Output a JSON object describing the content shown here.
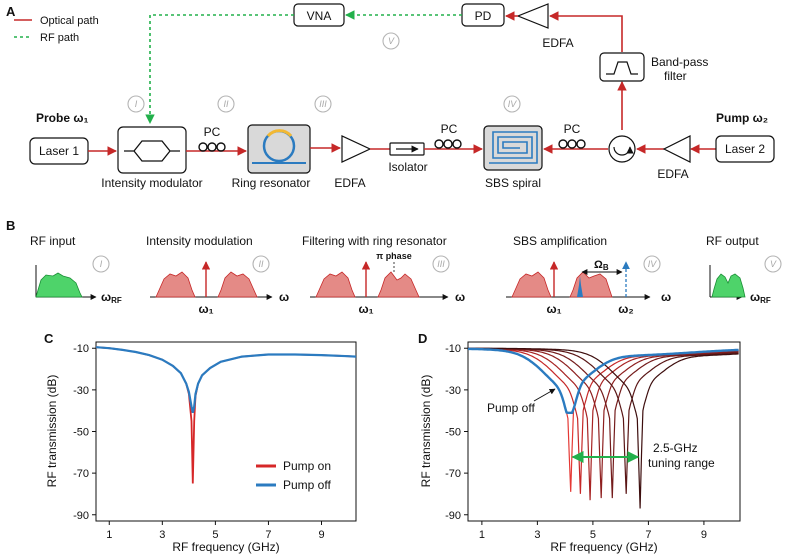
{
  "panel_a": {
    "panel_letter": "A",
    "legend": {
      "optical": "Optical path",
      "rf": "RF path"
    },
    "labels": {
      "vna": "VNA",
      "pd": "PD",
      "edfa_top": "EDFA",
      "bandpass": "Band-pass",
      "bandpass2": "filter",
      "probe": "Probe ω₁",
      "pump": "Pump ω₂",
      "laser1": "Laser 1",
      "laser2": "Laser 2",
      "pc1": "PC",
      "pc2": "PC",
      "pc3": "PC",
      "intensity_modulator": "Intensity modulator",
      "ring_resonator": "Ring resonator",
      "edfa_mid": "EDFA",
      "isolator": "Isolator",
      "sbs_spiral": "SBS spiral",
      "edfa_right": "EDFA"
    },
    "roman": [
      "I",
      "II",
      "III",
      "IV",
      "V"
    ]
  },
  "panel_b": {
    "panel_letter": "B",
    "titles": [
      "RF input",
      "Intensity modulation",
      "Filtering with ring resonator",
      "SBS amplification",
      "RF output"
    ],
    "axis_labels": {
      "w_rf": "ω",
      "w_rf_sub": "RF",
      "w": "ω",
      "w1": "ω₁",
      "w2": "ω₂",
      "pi_phase": "π phase",
      "omega_b": "Ω",
      "omega_b_sub": "B"
    }
  },
  "colors": {
    "optical": "#c62828",
    "rf": "#22b04b",
    "pump_off": "#2b7bc0",
    "pump_on": "#d62728",
    "fill_red": "#e48a86",
    "fill_green": "#4ed36a",
    "pump_label": "#2b7bc0",
    "probe_label": "#c62828"
  },
  "chart_data": [
    {
      "panel_letter": "C",
      "type": "line",
      "xlabel": "RF frequency (GHz)",
      "ylabel": "RF transmission (dB)",
      "xlim": [
        0.5,
        10.3
      ],
      "ylim": [
        -93,
        -7
      ],
      "xticks": [
        1,
        3,
        5,
        7,
        9
      ],
      "yticks": [
        -10,
        -30,
        -50,
        -70,
        -90
      ],
      "legend": "bottom-right",
      "series": [
        {
          "name": "Pump on",
          "color": "#d62728",
          "x": [
            0.5,
            1,
            1.5,
            2,
            2.5,
            3,
            3.4,
            3.7,
            3.9,
            4.0,
            4.1,
            4.15,
            4.2,
            4.25,
            4.35,
            4.5,
            4.8,
            5.2,
            6,
            7,
            8,
            9,
            10,
            10.3
          ],
          "y": [
            -9.5,
            -10,
            -10.8,
            -11.8,
            -13.3,
            -15.5,
            -18.5,
            -22,
            -27,
            -32,
            -45,
            -75,
            -45,
            -33,
            -27,
            -23,
            -19.5,
            -16.5,
            -14,
            -13,
            -13,
            -13.3,
            -13.8,
            -14
          ]
        },
        {
          "name": "Pump off",
          "color": "#2b7bc0",
          "x": [
            0.5,
            1,
            1.5,
            2,
            2.5,
            3,
            3.4,
            3.7,
            3.9,
            4.0,
            4.1,
            4.15,
            4.2,
            4.25,
            4.35,
            4.5,
            4.8,
            5.2,
            6,
            7,
            8,
            9,
            10,
            10.3
          ],
          "y": [
            -9.5,
            -10,
            -10.8,
            -11.8,
            -13.3,
            -15.5,
            -18.5,
            -22,
            -27,
            -31,
            -38,
            -41,
            -38,
            -32,
            -27,
            -23,
            -19.5,
            -16.5,
            -14,
            -13,
            -13,
            -13.3,
            -13.8,
            -14
          ]
        }
      ]
    },
    {
      "panel_letter": "D",
      "type": "line",
      "xlabel": "RF frequency (GHz)",
      "ylabel": "RF transmission (dB)",
      "xlim": [
        0.5,
        10.3
      ],
      "ylim": [
        -93,
        -7
      ],
      "xticks": [
        1,
        3,
        5,
        7,
        9
      ],
      "yticks": [
        -10,
        -30,
        -50,
        -70,
        -90
      ],
      "annotations": [
        "Pump off",
        "2.5-GHz",
        "tuning range"
      ],
      "tuning_range_ghz": [
        4.2,
        6.7
      ],
      "notch_series": [
        {
          "center": 4.2,
          "depth": -79,
          "color": "#e53935"
        },
        {
          "center": 4.55,
          "depth": -80,
          "color": "#c62828"
        },
        {
          "center": 4.9,
          "depth": -83,
          "color": "#a82424"
        },
        {
          "center": 5.3,
          "depth": -82,
          "color": "#8e2020"
        },
        {
          "center": 5.7,
          "depth": -82,
          "color": "#741c1c"
        },
        {
          "center": 6.2,
          "depth": -80,
          "color": "#5a1616"
        },
        {
          "center": 6.7,
          "depth": -87,
          "color": "#3d0e0e"
        }
      ],
      "pump_off_series": {
        "name": "Pump off",
        "center": 4.2,
        "depth": -41,
        "color": "#2b7bc0"
      }
    }
  ]
}
